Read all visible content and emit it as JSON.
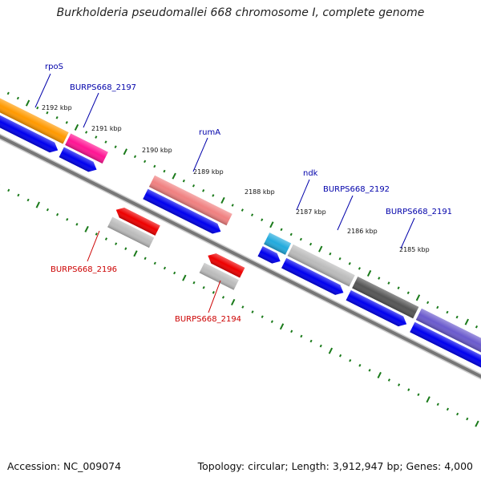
{
  "title": "Burkholderia pseudomallei 668 chromosome I, complete genome",
  "footer": {
    "accession": "Accession: NC_009074",
    "summary": "Topology: circular; Length: 3,912,947 bp; Genes: 4,000"
  },
  "colors": {
    "forward_label": "#0000aa",
    "reverse_label": "#cc0000",
    "backbone": "#777777",
    "tick": "#1a7a1a",
    "cds": "#0000ee"
  },
  "scale_ticks": [
    {
      "label": "2192 kbp"
    },
    {
      "label": "2191 kbp"
    },
    {
      "label": "2190 kbp"
    },
    {
      "label": "2189 kbp"
    },
    {
      "label": "2188 kbp"
    },
    {
      "label": "2187 kbp"
    },
    {
      "label": "2186 kbp"
    },
    {
      "label": "2185 kbp"
    }
  ],
  "forward_genes": [
    {
      "label": "rpoS",
      "color": "#ff9900"
    },
    {
      "label": "BURPS668_2197",
      "color": "#ff1493"
    },
    {
      "label": "rumA",
      "color": "#f08080"
    },
    {
      "label": "ndk",
      "color": "#22aadd"
    },
    {
      "label": "BURPS668_2192",
      "color": "#bbbbbb"
    },
    {
      "label": "BURPS668_2191",
      "color": "#555555"
    },
    {
      "label": "",
      "color": "#6a5acd"
    }
  ],
  "reverse_genes": [
    {
      "label": "BURPS668_2196",
      "color": "#ee0000"
    },
    {
      "label": "BURPS668_2194",
      "color": "#ee0000"
    }
  ]
}
